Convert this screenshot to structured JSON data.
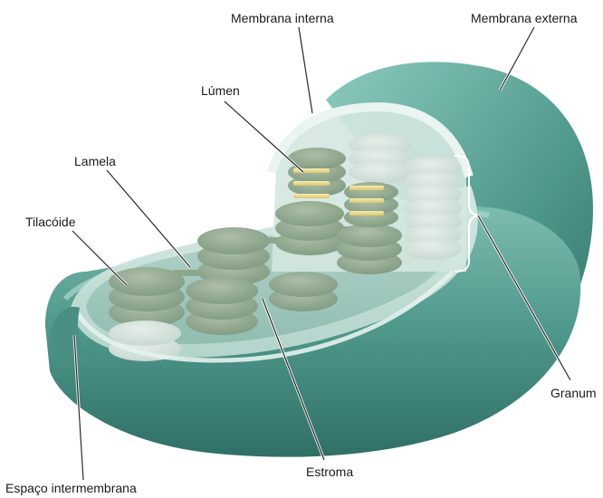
{
  "labels": {
    "membrana_interna": "Membrana interna",
    "membrana_externa": "Membrana externa",
    "lumen": "Lúmen",
    "lamela": "Lamela",
    "tilacoide": "Tilacóide",
    "granum": "Granum",
    "estroma": "Estroma",
    "espaco_intermembrana": "Espaço intermembrana"
  },
  "colors": {
    "outer_membrane": "#5a9e92",
    "inner_membrane": "#cfe3dc",
    "stroma": "#9fc6bb",
    "thylakoid": "#8fa58c",
    "lumen": "#e8d98a"
  }
}
